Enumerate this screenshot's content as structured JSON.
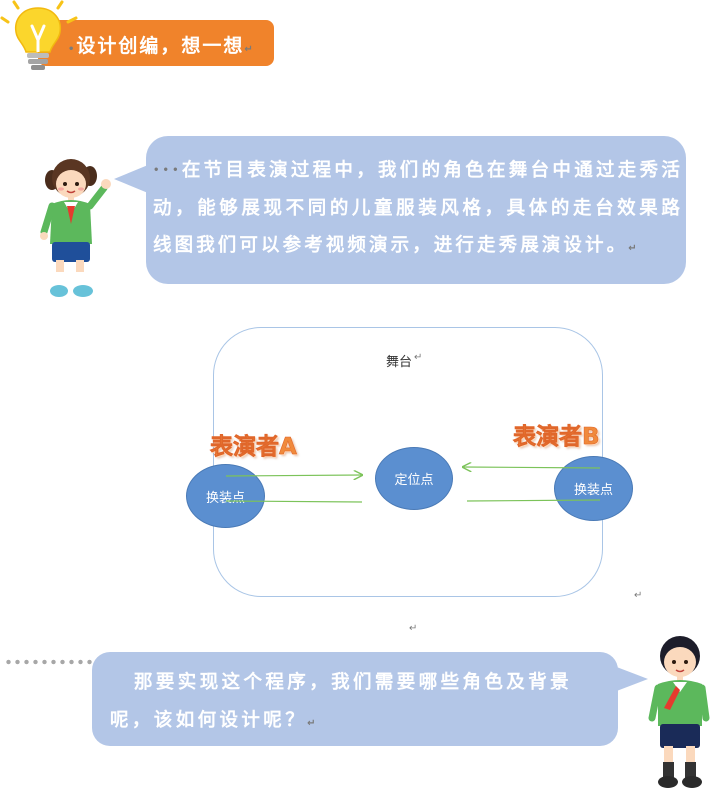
{
  "header": {
    "title": "设计创编，想一想"
  },
  "intro": {
    "text": "在节目表演过程中，我们的角色在舞台中通过走秀活动，能够展现不同的儿童服装风格，具体的走台效果路线图我们可以参考视频演示，进行走秀展演设计。"
  },
  "diagram": {
    "stage_label": "舞台",
    "performer_a": "表演者A",
    "performer_b": "表演者B",
    "left_point": "换装点",
    "center_point": "定位点",
    "right_point": "换装点"
  },
  "question": {
    "text": "那要实现这个程序，我们需要哪些角色及背景呢，该如何设计呢？"
  },
  "colors": {
    "banner": "#f0832b",
    "bubble": "#b3c6e7",
    "node": "#5b8fd0",
    "arrow": "#7cc35a",
    "performer": "#f08a3c"
  },
  "icons": [
    "lightbulb-icon",
    "girl-character",
    "boy-character"
  ]
}
